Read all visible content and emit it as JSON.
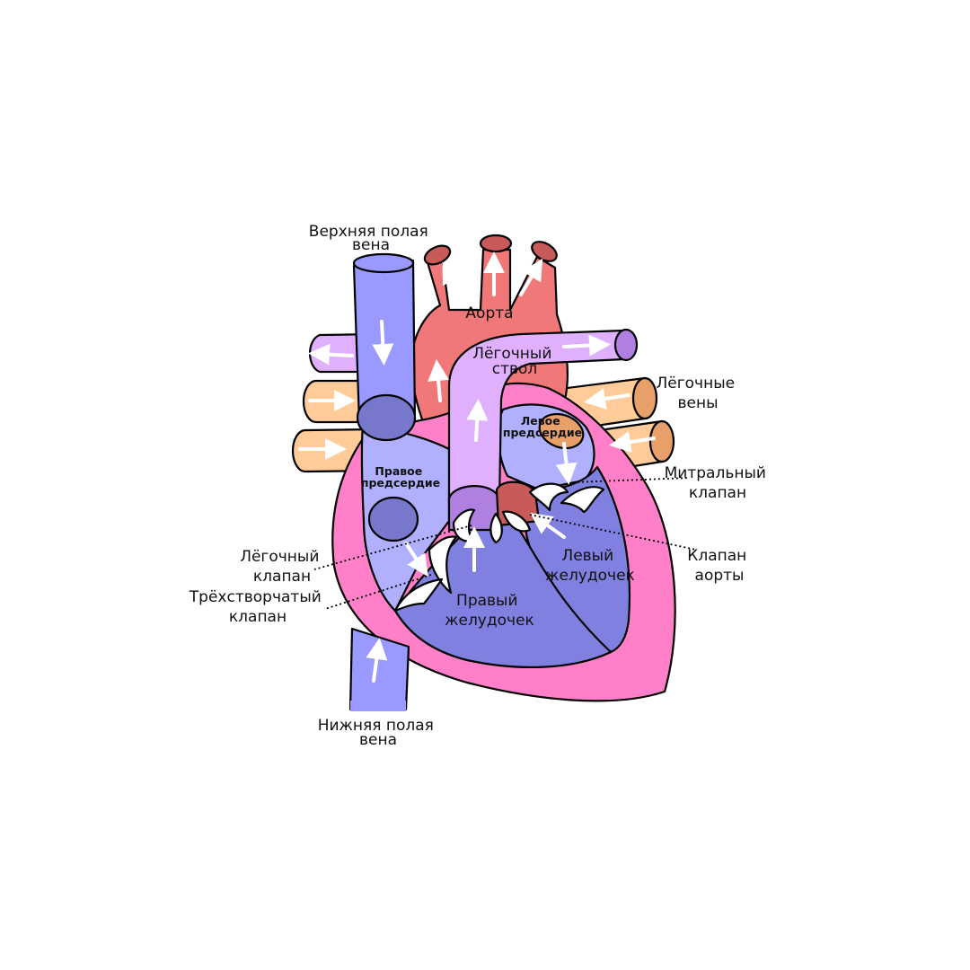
{
  "labels": {
    "superior_vena_cava": [
      "Верхняя полая",
      "вена"
    ],
    "aorta": "Аорта",
    "pulmonary_trunk": [
      "Лёгочный",
      "ствол"
    ],
    "pulmonary_veins": [
      "Лёгочные",
      "вены"
    ],
    "left_atrium": [
      "Левое",
      "предсердие"
    ],
    "right_atrium": [
      "Правое",
      "предсердие"
    ],
    "mitral_valve": [
      "Митральный",
      "клапан"
    ],
    "aortic_valve": [
      "Клапан",
      "аорты"
    ],
    "pulmonary_valve": [
      "Лёгочный",
      "клапан"
    ],
    "tricuspid_valve": [
      "Трёхстворчатый",
      "клапан"
    ],
    "left_ventricle": [
      "Левый",
      "желудочек"
    ],
    "right_ventricle": [
      "Правый",
      "желудочек"
    ],
    "inferior_vena_cava": [
      "Нижняя полая",
      "вена"
    ]
  },
  "colors": {
    "vena_cava": "#9999ff",
    "vena_cava_dark": "#7777cc",
    "aorta": "#f07878",
    "aorta_dark": "#c85a5a",
    "pulmonary_artery": "#e0b0ff",
    "pulmonary_artery_dark": "#b080e0",
    "pulmonary_vein": "#ffcc99",
    "pulmonary_vein_dark": "#e8a06a",
    "myocardium": "#ff80c8",
    "right_atrium": "#b0b0ff",
    "ventricle": "#8080e0",
    "valve": "#ffffff"
  }
}
